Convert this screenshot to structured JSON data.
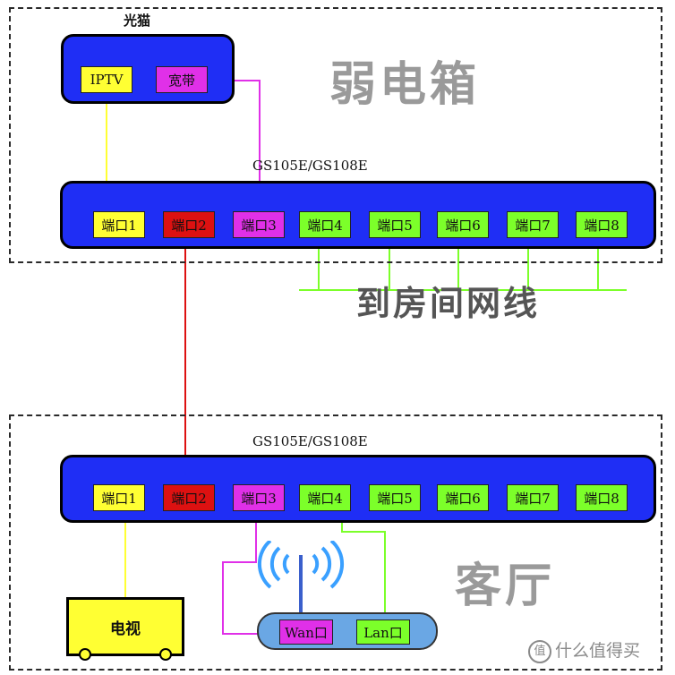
{
  "top_zone": {
    "title": "弱电箱",
    "modem": {
      "label": "光猫",
      "ports": [
        {
          "label": "IPTV",
          "color": "#ffff33"
        },
        {
          "label": "宽带",
          "color": "#e030e8"
        }
      ]
    },
    "switch": {
      "model": "GS105E/GS108E",
      "ports": [
        {
          "label": "端口1",
          "color": "#ffff33"
        },
        {
          "label": "端口2",
          "color": "#dd1111"
        },
        {
          "label": "端口3",
          "color": "#e030e8"
        },
        {
          "label": "端口4",
          "color": "#7cff2a"
        },
        {
          "label": "端口5",
          "color": "#7cff2a"
        },
        {
          "label": "端口6",
          "color": "#7cff2a"
        },
        {
          "label": "端口7",
          "color": "#7cff2a"
        },
        {
          "label": "端口8",
          "color": "#7cff2a"
        }
      ]
    },
    "room_cables_label": "到房间网线"
  },
  "bottom_zone": {
    "title": "客厅",
    "switch": {
      "model": "GS105E/GS108E",
      "ports": [
        {
          "label": "端口1",
          "color": "#ffff33"
        },
        {
          "label": "端口2",
          "color": "#dd1111"
        },
        {
          "label": "端口3",
          "color": "#e030e8"
        },
        {
          "label": "端口4",
          "color": "#7cff2a"
        },
        {
          "label": "端口5",
          "color": "#7cff2a"
        },
        {
          "label": "端口6",
          "color": "#7cff2a"
        },
        {
          "label": "端口7",
          "color": "#7cff2a"
        },
        {
          "label": "端口8",
          "color": "#7cff2a"
        }
      ]
    },
    "tv": {
      "label": "电视"
    },
    "router": {
      "icon": "wifi-icon",
      "ports": [
        {
          "label": "Wan口",
          "color": "#e030e8"
        },
        {
          "label": "Lan口",
          "color": "#7cff2a"
        }
      ]
    }
  },
  "colors": {
    "iptv_wire": "#ffff33",
    "broadband_wire": "#e030e8",
    "uplink_wire": "#dd1111",
    "lan_wire": "#7cff2a",
    "device_blue": "#1f2ef5",
    "router_blue": "#6aa7e4"
  },
  "watermark": {
    "logo": "值",
    "text": "什么值得买"
  }
}
